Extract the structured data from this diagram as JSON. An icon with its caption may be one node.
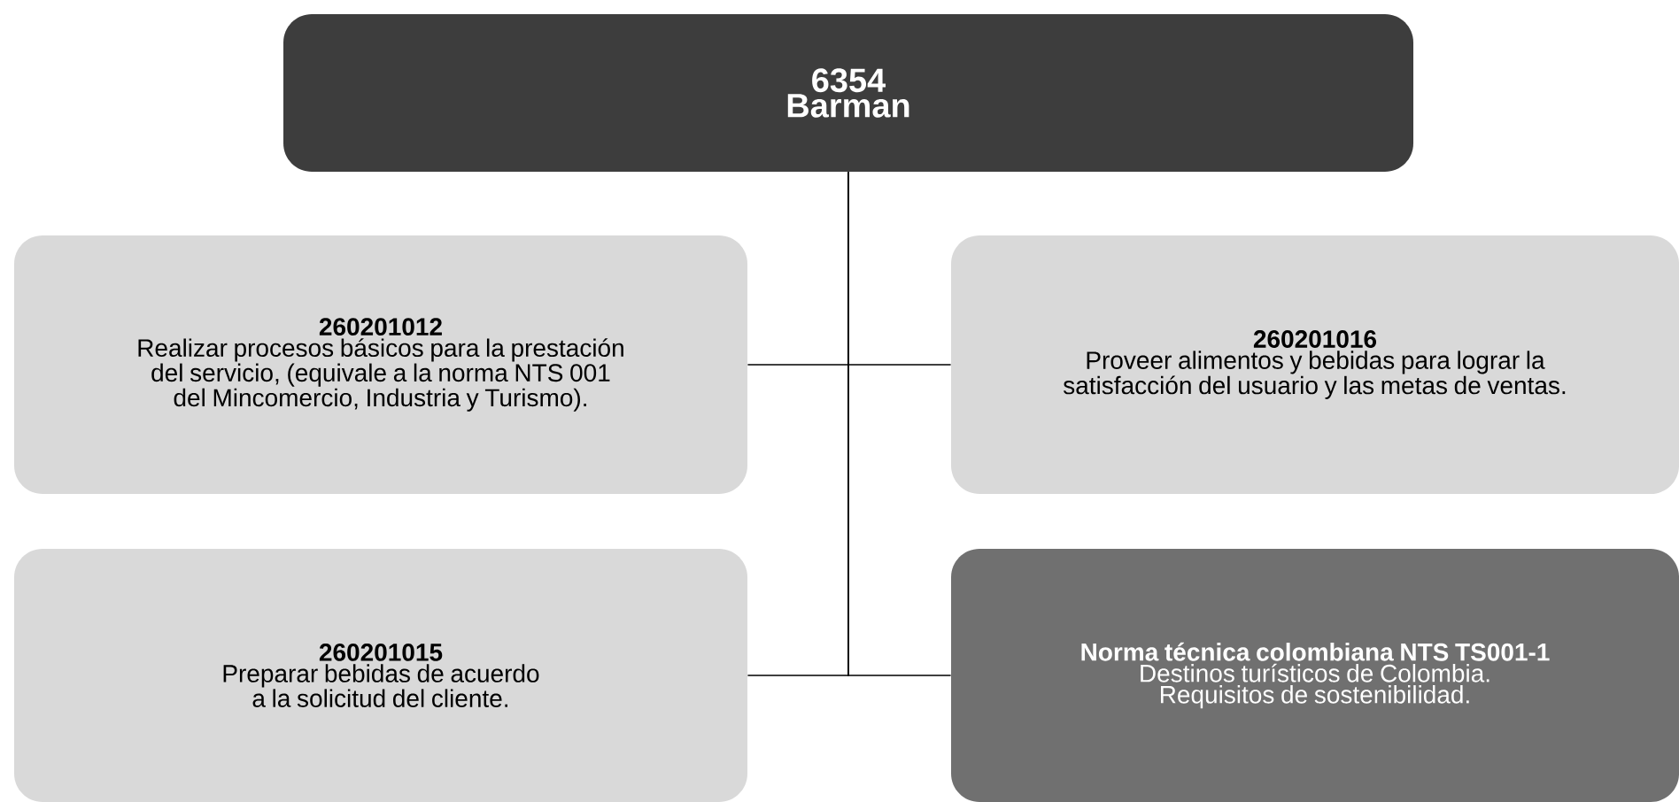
{
  "diagram": {
    "nodes": [
      {
        "text": [
          "6354",
          "Barman"
        ]
      },
      {
        "text": [
          "260201012",
          "Realizar procesos básicos para la prestación del servicio, (equivale a la norma NTS 001 del Mincomercio, Industria y Turismo)."
        ]
      },
      {
        "text": [
          "260201016",
          "Proveer alimentos y bebidas para lograr la satisfacción del usuario y las metas de ventas."
        ]
      },
      {
        "text": [
          "260201015",
          "Preparar bebidas de acuerdo a la solicitud del cliente."
        ]
      },
      {
        "text": [
          "Norma técnica colombiana NTS TS001-1",
          "Destinos turísticos de Colombia. Requisitos de sostenibilidad."
        ]
      }
    ],
    "edges": [
      {
        "from": 0,
        "to": 1,
        "arrow": "none"
      },
      {
        "from": 0,
        "to": 2,
        "arrow": "none"
      },
      {
        "from": 0,
        "to": 3,
        "arrow": "none"
      },
      {
        "from": 0,
        "to": 4,
        "arrow": "none"
      }
    ]
  }
}
